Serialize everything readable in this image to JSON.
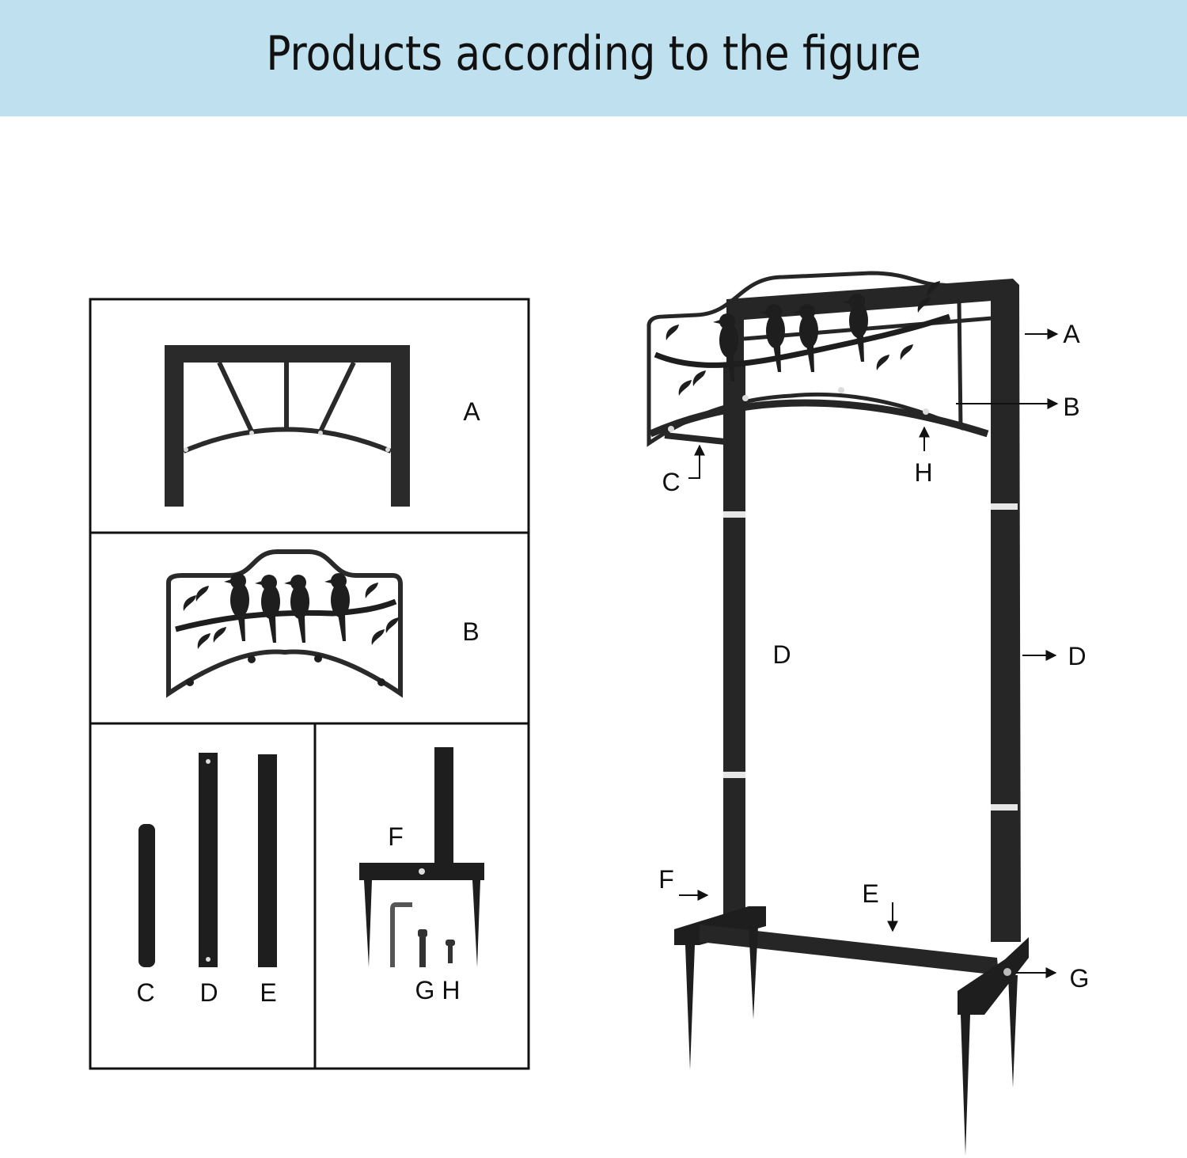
{
  "banner": {
    "title": "Products according to the figure"
  },
  "parts_sheet": {
    "panel_a_label": "A",
    "panel_b_label": "B",
    "rods": {
      "c": "C",
      "d": "D",
      "e": "E"
    },
    "stake_label": "F",
    "hardware_label": "G H"
  },
  "assembly": {
    "a": "A",
    "b": "B",
    "c": "C",
    "h": "H",
    "d_inner": "D",
    "d_outer": "D",
    "f": "F",
    "e": "E",
    "g": "G"
  },
  "colors": {
    "banner": "#bfe0ee",
    "metal": "#1e1e1e",
    "frame_line": "#111111"
  }
}
